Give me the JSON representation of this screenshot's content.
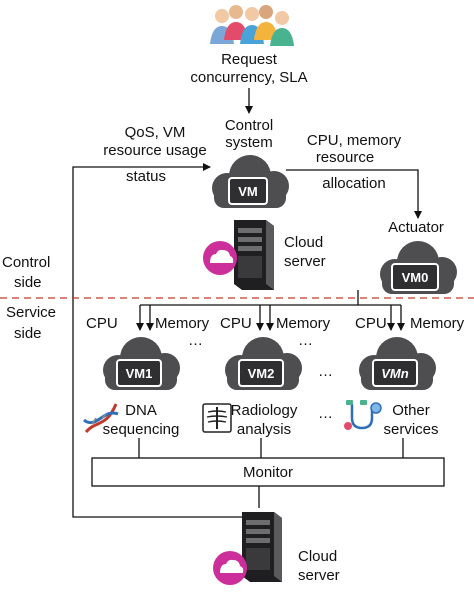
{
  "top": {
    "request_line1": "Request",
    "request_line2": "concurrency, SLA"
  },
  "control": {
    "qos_line1": "QoS, VM",
    "qos_line2": "resource usage",
    "qos_line3": "status",
    "system_line1": "Control",
    "system_line2": "system",
    "cpu_line1": "CPU, memory",
    "cpu_line2": "resource",
    "cpu_line3": "allocation",
    "vm": "VM",
    "cloud_server_line1": "Cloud",
    "cloud_server_line2": "server",
    "actuator": "Actuator",
    "vm0": "VM0"
  },
  "sides": {
    "control_line1": "Control",
    "control_line2": "side",
    "service_line1": "Service",
    "service_line2": "side"
  },
  "resources": [
    {
      "cpu": "CPU",
      "memory": "Memory"
    },
    {
      "cpu": "CPU",
      "memory": "Memory"
    },
    {
      "cpu": "CPU",
      "memory": "Memory"
    }
  ],
  "ellipsis": "…",
  "vms": [
    {
      "label": "VM1",
      "service_line1": "DNA",
      "service_line2": "sequencing"
    },
    {
      "label": "VM2",
      "service_line1": "Radiology",
      "service_line2": "analysis"
    },
    {
      "label": "VMn",
      "service_line1": "Other",
      "service_line2": "services"
    }
  ],
  "monitor": "Monitor",
  "bottom": {
    "cloud_server_line1": "Cloud",
    "cloud_server_line2": "server"
  },
  "colors": {
    "cloud_fill": "#4e4e50",
    "vm_fill": "#3c3c3e",
    "divider": "#c0392b",
    "badge": "#cc2f9a"
  },
  "icons": [
    "users-icon",
    "cloud-icon",
    "server-icon",
    "dna-icon",
    "xray-icon",
    "stethoscope-icon"
  ]
}
